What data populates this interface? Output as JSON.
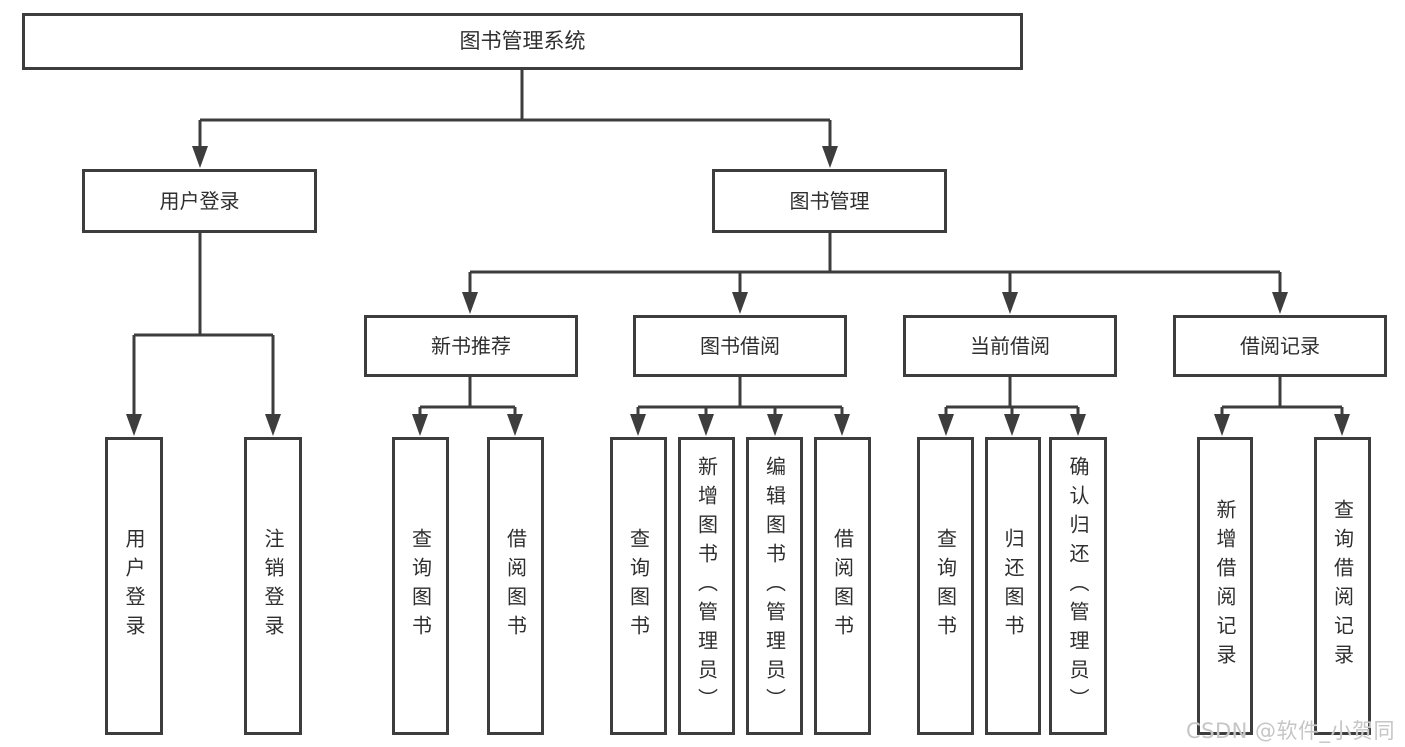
{
  "tree": {
    "root": {
      "label": "图书管理系统",
      "children": [
        {
          "label": "用户登录",
          "children": [
            {
              "label": "用户登录"
            },
            {
              "label": "注销登录"
            }
          ]
        },
        {
          "label": "图书管理",
          "children": [
            {
              "label": "新书推荐",
              "children": [
                {
                  "label": "查询图书"
                },
                {
                  "label": "借阅图书"
                }
              ]
            },
            {
              "label": "图书借阅",
              "children": [
                {
                  "label": "查询图书"
                },
                {
                  "label": "新增图书（管理员）"
                },
                {
                  "label": "编辑图书（管理员）"
                },
                {
                  "label": "借阅图书"
                }
              ]
            },
            {
              "label": "当前借阅",
              "children": [
                {
                  "label": "查询图书"
                },
                {
                  "label": "归还图书"
                },
                {
                  "label": "确认归还（管理员）"
                }
              ]
            },
            {
              "label": "借阅记录",
              "children": [
                {
                  "label": "新增借阅记录"
                },
                {
                  "label": "查询借阅记录"
                }
              ]
            }
          ]
        }
      ]
    }
  },
  "watermark": {
    "text": "CSDN @软件_小贺同学"
  },
  "colors": {
    "line": "#3d3d3d",
    "box_border": "#3d3d3d",
    "text": "#2f2f2f",
    "watermark": "#c6c6c6",
    "background": "#ffffff"
  }
}
